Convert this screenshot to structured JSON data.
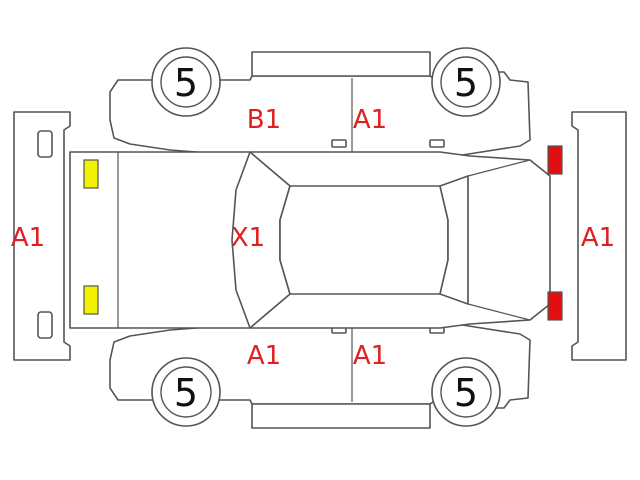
{
  "tires": {
    "front_left": "5",
    "front_right": "5",
    "rear_left": "5",
    "rear_right": "5"
  },
  "codes": {
    "front_bumper": "A1",
    "rear_bumper": "A1",
    "roof": "X1",
    "left_front_door": "B1",
    "left_rear_door": "A1",
    "right_front_door": "A1",
    "right_rear_door": "A1"
  },
  "colors": {
    "code_text": "#e02020",
    "front_lamps": "#f2f200",
    "rear_lamps": "#e01010",
    "outline": "#555555"
  }
}
